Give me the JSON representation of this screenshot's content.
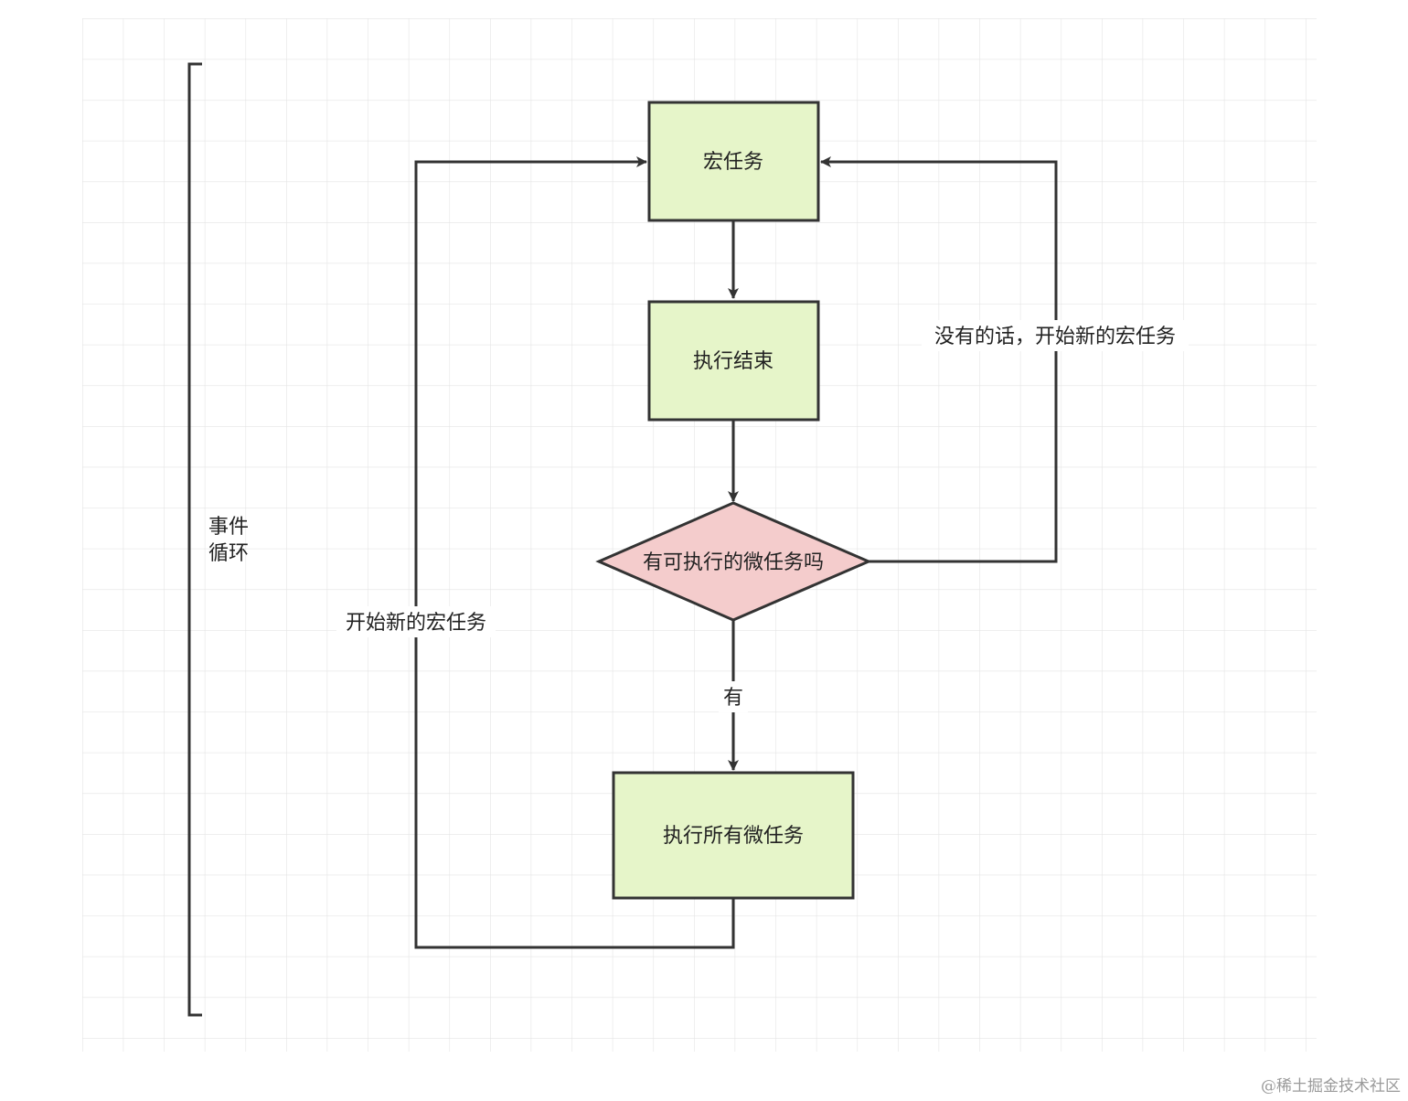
{
  "colors": {
    "box_fill": "#e6f5c9",
    "decision_fill": "#f4cccc",
    "stroke": "#333333",
    "grid": "#e4e4e4"
  },
  "nodes": {
    "macro_task": "宏任务",
    "execution_end": "执行结束",
    "decision": "有可执行的微任务吗",
    "run_all_micro": "执行所有微任务"
  },
  "edges": {
    "no_label": "没有的话，开始新的宏任务",
    "yes_label": "有",
    "loop_label": "开始新的宏任务"
  },
  "side": {
    "line1": "事件",
    "line2": "循环"
  },
  "watermark": "@稀土掘金技术社区"
}
